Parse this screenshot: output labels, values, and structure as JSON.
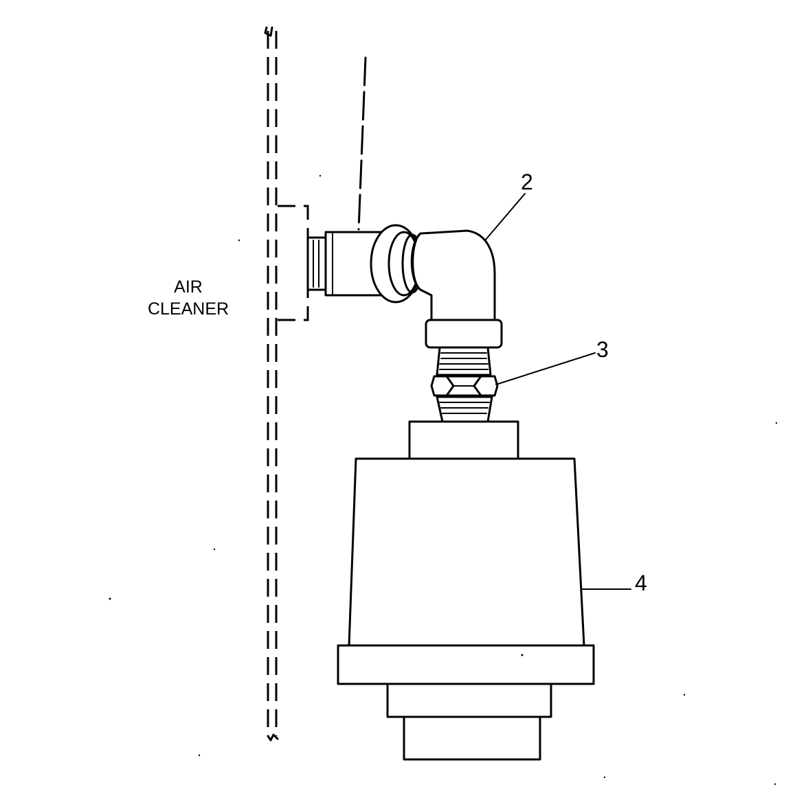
{
  "diagram": {
    "labels": {
      "air_cleaner_line1": "AIR",
      "air_cleaner_line2": "CLEANER"
    },
    "callouts": {
      "elbow": "2",
      "nut": "3",
      "filter": "4"
    }
  }
}
